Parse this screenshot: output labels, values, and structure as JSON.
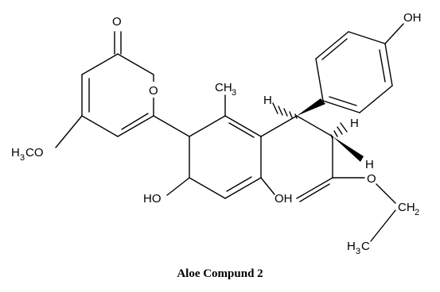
{
  "caption": "Aloe Compund 2",
  "labels": {
    "carbonyl_o": "O",
    "ring_o": "O",
    "methyl": "CH",
    "methyl_sub": "3",
    "methoxy_h": "H",
    "methoxy_sub": "3",
    "methoxy_co": "CO",
    "oh_top": "OH",
    "oh_left": "HO",
    "oh_right": "OH",
    "h_benzylic": "H",
    "h_chiral_a": "H",
    "h_chiral_b": "H",
    "ether_o": "O",
    "ch2": "CH",
    "ch2_sub": "2",
    "ch3_h": "H",
    "ch3_sub": "3",
    "ch3_c": "C"
  }
}
